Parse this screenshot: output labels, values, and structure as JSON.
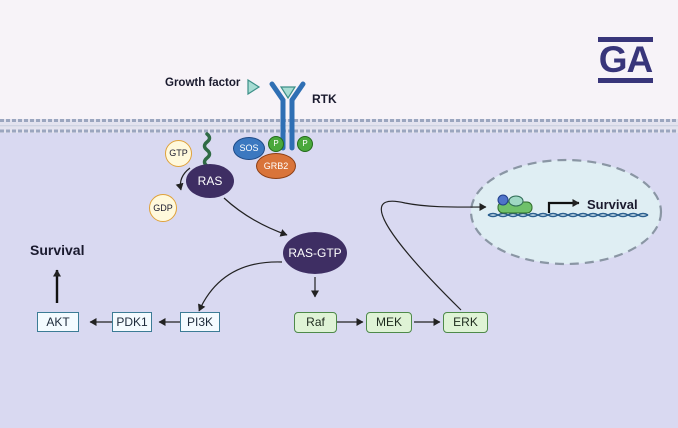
{
  "logo": {
    "text": "GA"
  },
  "membrane": {
    "growth_factor_label": "Growth factor",
    "rtk_label": "RTK",
    "sos_label": "SOS",
    "grb2_label": "GRB2",
    "phospho_label": "P"
  },
  "ras": {
    "ras_label": "RAS",
    "gtp_label": "GTP",
    "gdp_label": "GDP",
    "ras_gtp_label": "RAS-GTP"
  },
  "pi3k_pathway": {
    "akt_label": "AKT",
    "pdk1_label": "PDK1",
    "pi3k_label": "PI3K",
    "survival_label": "Survival"
  },
  "mapk_pathway": {
    "raf_label": "Raf",
    "mek_label": "MEK",
    "erk_label": "ERK"
  },
  "nucleus": {
    "survival_label": "Survival"
  },
  "colors": {
    "background_top": "#f7f3f8",
    "cytoplasm": "#d9d9f1",
    "ras_node": "#3e2e63",
    "receptor": "#2f6fb4",
    "sos": "#3b78c0",
    "grb2": "#d9743a",
    "phospho": "#4aa83c",
    "nucleus_fill": "#dfeef3",
    "logo": "#38357a"
  }
}
